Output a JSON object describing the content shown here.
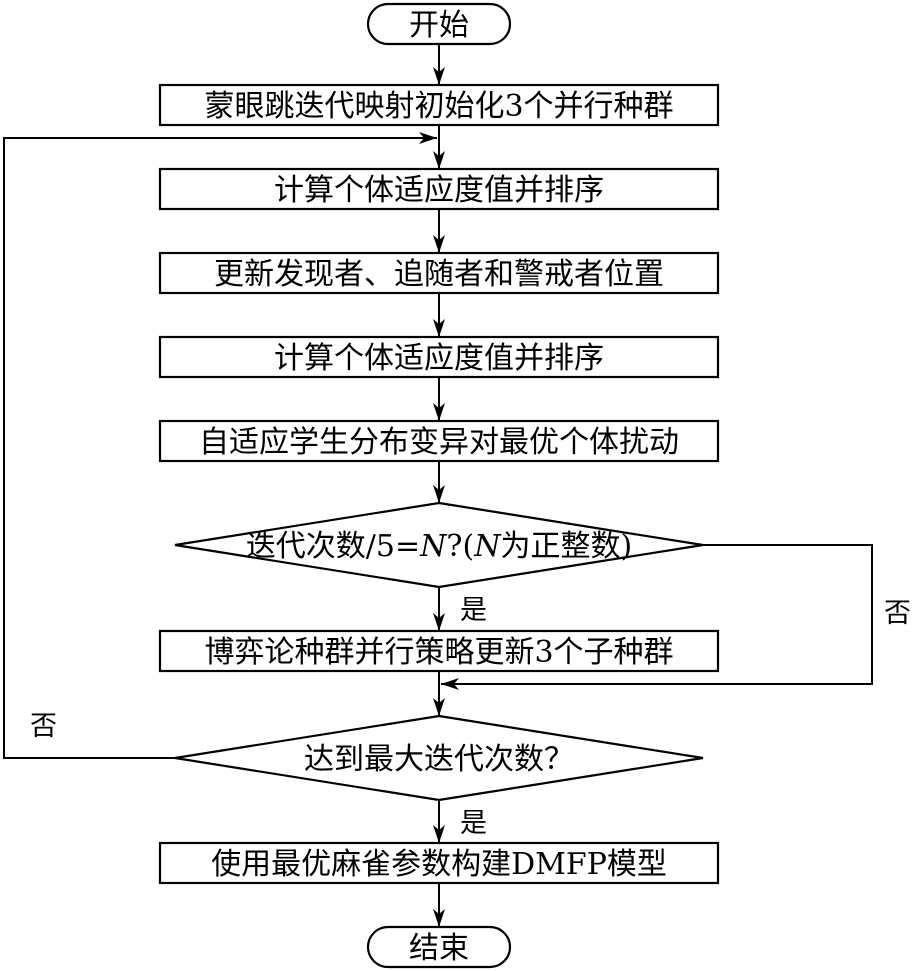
{
  "nodes": {
    "start": "开始",
    "init": "蒙眼跳迭代映射初始化3个并行种群",
    "fitness1": "计算个体适应度值并排序",
    "update": "更新发现者、追随者和警戒者位置",
    "fitness2": "计算个体适应度值并排序",
    "mutation": "自适应学生分布变异对最优个体扰动",
    "decision1": {
      "prefix": "迭代次数/5=",
      "var1": "N",
      "mid": "?(",
      "var2": "N",
      "suffix": "为正整数)"
    },
    "game": "博弈论种群并行策略更新3个子种群",
    "decision2": "达到最大迭代次数？",
    "build": "使用最优麻雀参数构建DMFP模型",
    "end": "结束"
  },
  "edges": {
    "d1_yes": "是",
    "d1_no": "否",
    "d2_no": "否",
    "d2_yes": "是"
  }
}
